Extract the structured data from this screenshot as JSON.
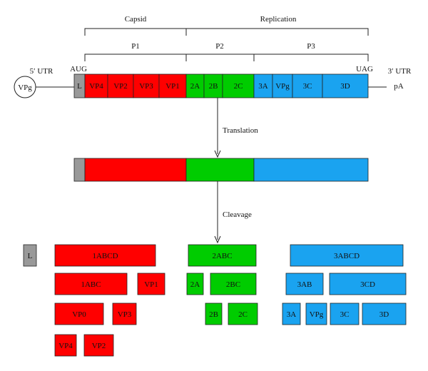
{
  "colors": {
    "p1": "#ff0000",
    "p2": "#00cc00",
    "p3": "#1aa3f0",
    "leader": "#999999",
    "outline": "#222222"
  },
  "regions": {
    "capsid": "Capsid",
    "replication": "Replication",
    "p1": "P1",
    "p2": "P2",
    "p3": "P3"
  },
  "genome": {
    "vpg": "VPg",
    "utr5": "5′ UTR",
    "utr3": "3′ UTR",
    "start_codon": "AUG",
    "stop_codon": "UAG",
    "polya": "pA",
    "segments": [
      "L",
      "VP4",
      "VP2",
      "VP3",
      "VP1",
      "2A",
      "2B",
      "2C",
      "3A",
      "VPg",
      "3C",
      "3D"
    ]
  },
  "steps": {
    "translation": "Translation",
    "cleavage": "Cleavage"
  },
  "products": {
    "l": "L",
    "p1": {
      "abcd": "1ABCD",
      "abc": "1ABC",
      "vp1": "VP1",
      "vp0": "VP0",
      "vp3": "VP3",
      "vp4": "VP4",
      "vp2": "VP2"
    },
    "p2": {
      "abc": "2ABC",
      "a": "2A",
      "bc": "2BC",
      "b": "2B",
      "c": "2C"
    },
    "p3": {
      "abcd": "3ABCD",
      "ab": "3AB",
      "cd": "3CD",
      "a": "3A",
      "vpg": "VPg",
      "c": "3C",
      "d": "3D"
    }
  }
}
